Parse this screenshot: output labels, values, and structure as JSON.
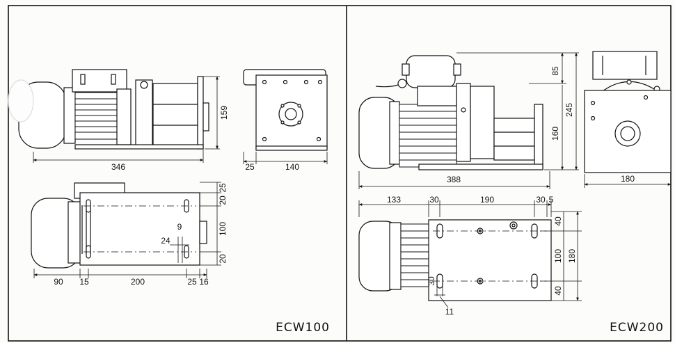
{
  "panels": {
    "ecw100": {
      "model": "ECW100",
      "side": {
        "length": "346",
        "height": "159"
      },
      "end": {
        "offset": "25",
        "width": "140"
      },
      "plan": {
        "right_top": [
          "25",
          "20"
        ],
        "right_span": "100",
        "right_bottom": "20",
        "slot_w": "9",
        "slot_l": "24",
        "bottom": [
          "90",
          "15",
          "200",
          "25",
          "16"
        ]
      }
    },
    "ecw200": {
      "model": "ECW200",
      "side": {
        "length": "388",
        "top_h": "85",
        "base_h": "160",
        "total_h": "245"
      },
      "end": {
        "width": "180"
      },
      "plan": {
        "top": [
          "133",
          "30",
          "190",
          "30",
          "5"
        ],
        "right": [
          "40",
          "100",
          "40"
        ],
        "total": "180",
        "slot_w": "30",
        "hole": "11"
      }
    }
  }
}
